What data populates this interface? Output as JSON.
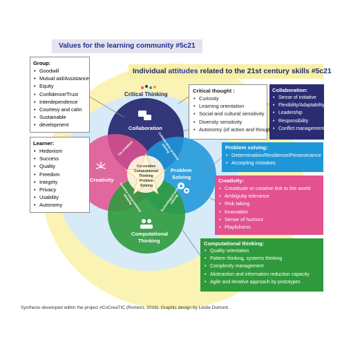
{
  "banner_values": {
    "prefix": "Values",
    "suffix": " for the learning community ",
    "tag": "#5c21"
  },
  "banner_individual": {
    "prefix": "Individual ",
    "accent": "attitudes",
    "suffix": " related to the 21st century skills ",
    "tag": "#5c21"
  },
  "group": {
    "title": "Group:",
    "items": [
      "Goodwill",
      "Mutual aid/Assistance",
      "Equity",
      "Confidence/Trust",
      "Interdependence",
      "Courtesy and calm",
      "Sustainable",
      "development"
    ]
  },
  "learner": {
    "title": "Learner:",
    "items": [
      "Hedonism",
      "Success",
      "Quality",
      "Freedom",
      "Integrity",
      "Privacy",
      "Usability",
      "Autonomy"
    ]
  },
  "critical_thought": {
    "title": "Critical thought :",
    "items": [
      "Curiosity",
      "Learning orientation",
      "Social and cultural sensitivity",
      "Diversity sensitivity",
      "Autonomy (of action and thought)"
    ]
  },
  "collaboration_box": {
    "title": "Collaboration:",
    "items": [
      "Sense of initiative",
      "Flexibility/Adaptability",
      "Leadership",
      "Responsibility",
      "Conflict  management"
    ]
  },
  "problem_box": {
    "title": "Problem solving:",
    "items": [
      "Determination/Resilience/Perseverance",
      "Accepting mistakes"
    ]
  },
  "creativity_box": {
    "title": "Creativity:",
    "items": [
      "Creatitude or creative link to the world",
      "Ambiguity tolerance",
      "Risk taking",
      "Innovation",
      "Sense of humour",
      "Playfulness"
    ]
  },
  "computational_box": {
    "title": "Computational thinking:",
    "items": [
      "Quality orientation",
      "Pattern thinking, systems thinking",
      "Complexity management",
      "Abstraction and information reduction capacity",
      "Agile and iterative approach by prototypes"
    ]
  },
  "venn": {
    "critical_thinking": "Critical Thinking",
    "collaboration": "Collaboration",
    "creativity": "Creativity",
    "problem_solving_1": "Problem",
    "problem_solving_2": "Solving",
    "computational_1": "Computational",
    "computational_2": "Thinking",
    "center_1": "Co-creative",
    "center_2": "Computational",
    "center_3": "Thinking",
    "center_4": "Problem",
    "center_5": "Solving",
    "overlap_top_left": "Co-creation",
    "overlap_top_right": "Collaborative problem solving",
    "overlap_bottom_left": "Creative computational thinking",
    "overlap_bottom_right": "Technological problem solving"
  },
  "colors": {
    "navy": "#2a2c72",
    "blue": "#1e97d9",
    "pink": "#e3518f",
    "green": "#2f9a3c",
    "yellow_halo": "#fbf3b4",
    "light_blue_halo": "#d8ecf8"
  },
  "footer": "Synthesis developed within the project  #CoCreaTIC (Romero, 2016). Graphic design by Leslie Dumont."
}
